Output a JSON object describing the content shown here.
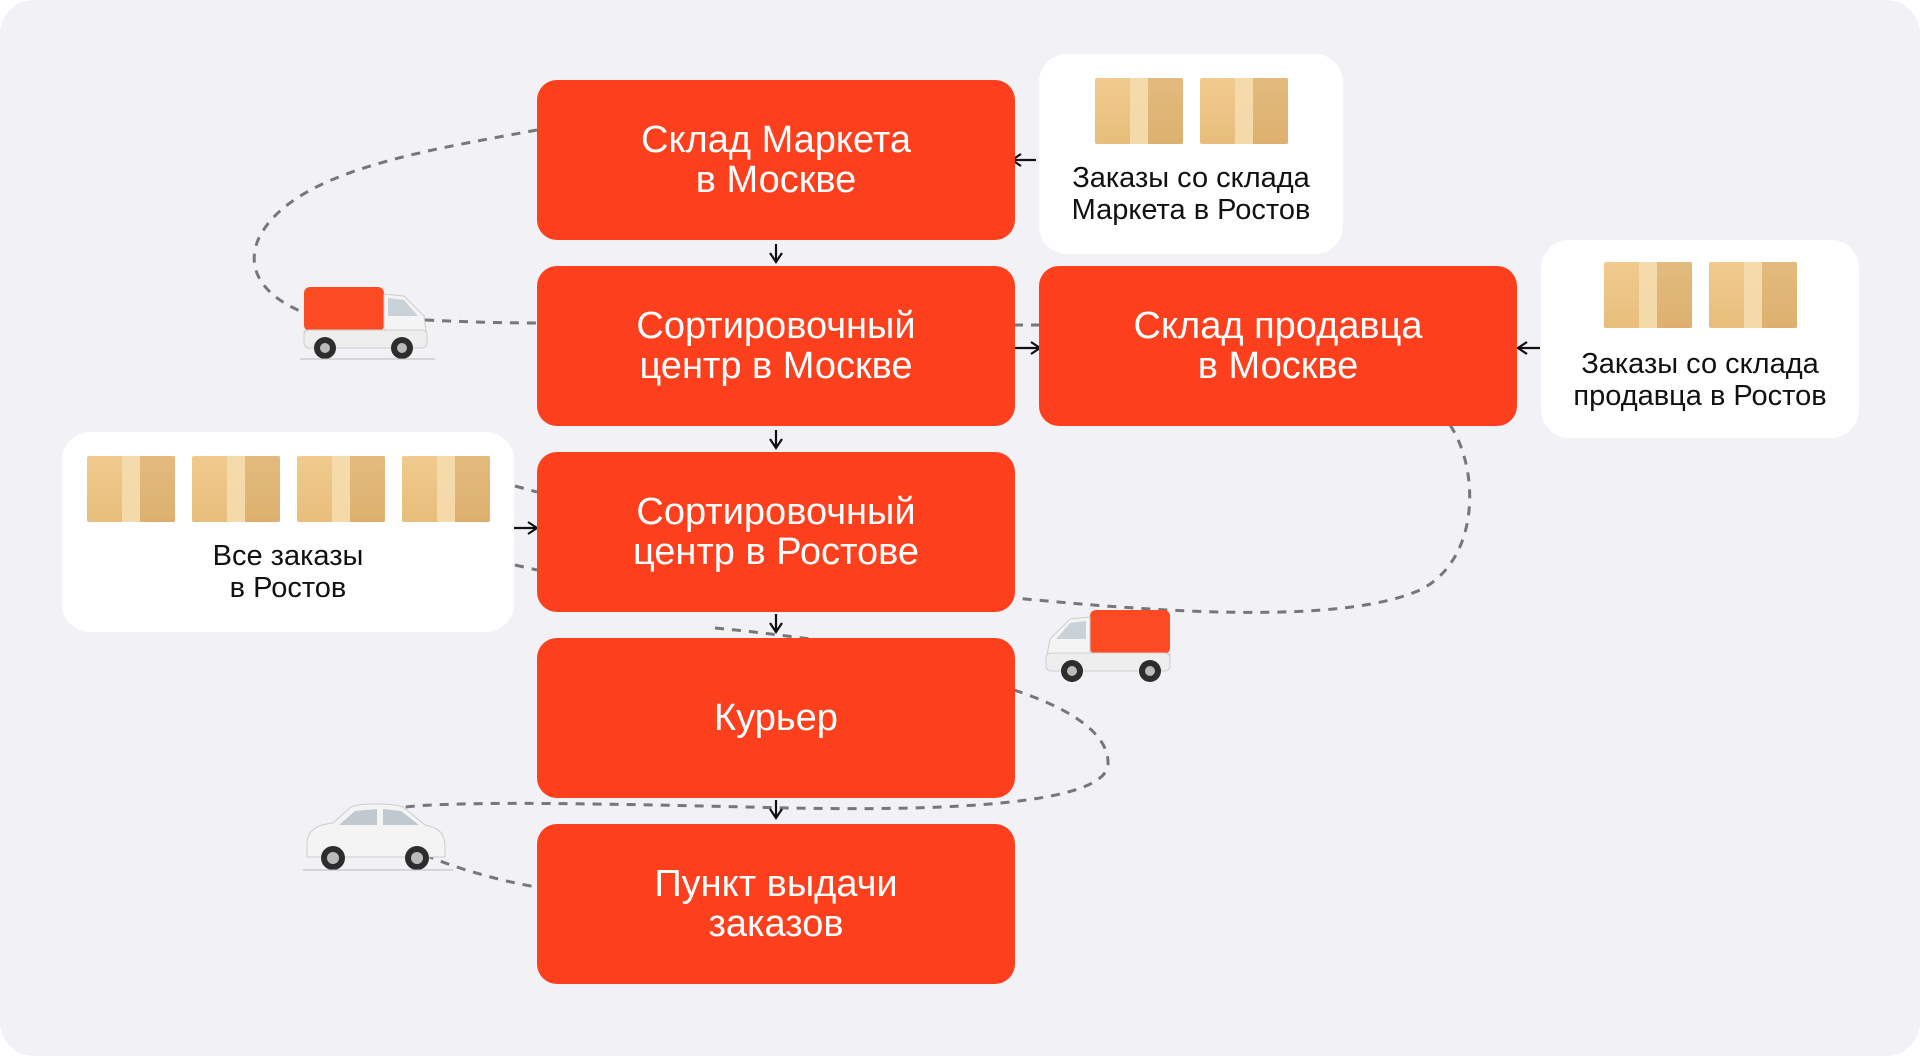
{
  "colors": {
    "node": "#fc3f1d",
    "background": "#f2f2f6",
    "card": "#ffffff",
    "dash": "#777777",
    "box": "#ebc283"
  },
  "nodes": {
    "market_warehouse": "Склад Маркета\nв Москве",
    "sort_center_moscow": "Сортировочный\nцентр в Москве",
    "seller_warehouse": "Склад продавца\nв Москве",
    "sort_center_rostov": "Сортировочный\nцентр в Ростове",
    "courier": "Курьер",
    "pickup_point": "Пункт выдачи\nзаказов"
  },
  "cards": {
    "market_orders": "Заказы со склада\nМаркета в Ростов",
    "seller_orders": "Заказы со склада\nпродавца в Ростов",
    "all_orders": "Все заказы\nв Ростов"
  },
  "icons": [
    "parcel-box-icon",
    "delivery-van-icon",
    "car-icon",
    "arrow-icon"
  ]
}
